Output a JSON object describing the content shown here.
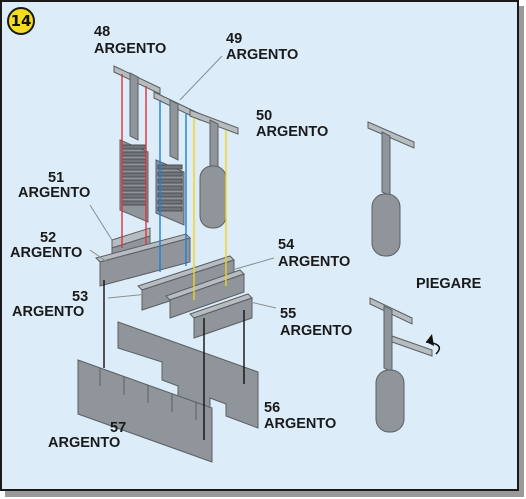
{
  "step": {
    "number": "14"
  },
  "labels": {
    "p48": {
      "num": "48",
      "text": "ARGENTO"
    },
    "p49": {
      "num": "49",
      "text": "ARGENTO"
    },
    "p50": {
      "num": "50",
      "text": "ARGENTO"
    },
    "p51": {
      "num": "51",
      "text": "ARGENTO"
    },
    "p52": {
      "num": "52",
      "text": "ARGENTO"
    },
    "p53": {
      "num": "53",
      "text": "ARGENTO"
    },
    "p54": {
      "num": "54",
      "text": "ARGENTO"
    },
    "p55": {
      "num": "55",
      "text": "ARGENTO"
    },
    "p56": {
      "num": "56",
      "text": "ARGENTO"
    },
    "p57": {
      "num": "57",
      "text": "ARGENTO"
    }
  },
  "fold_instruction": "PIEGARE",
  "colors": {
    "background": "#dcecf8",
    "badge": "#f5dd1e",
    "red_guide": "#e0323a",
    "blue_guide": "#1e7fd8",
    "yellow_guide": "#f2d21a",
    "black_guide": "#111111",
    "callout_line": "#8a8f93",
    "part_gray": "#8f959a"
  }
}
